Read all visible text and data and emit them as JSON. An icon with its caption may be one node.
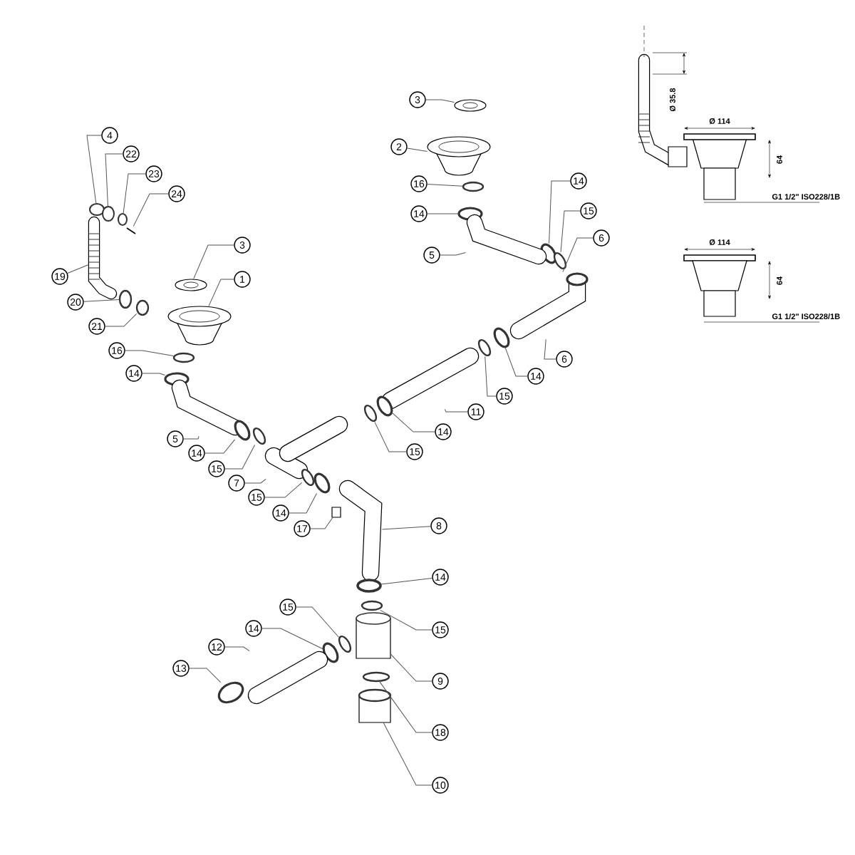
{
  "diagram": {
    "nodes": [
      {
        "text": [
          "3"
        ]
      },
      {
        "text": [
          "2"
        ]
      },
      {
        "text": [
          "4"
        ]
      },
      {
        "text": [
          "22"
        ]
      },
      {
        "text": [
          "23"
        ]
      },
      {
        "text": [
          "24"
        ]
      },
      {
        "text": [
          "16"
        ]
      },
      {
        "text": [
          "14"
        ]
      },
      {
        "text": [
          "14"
        ]
      },
      {
        "text": [
          "15"
        ]
      },
      {
        "text": [
          "6"
        ]
      },
      {
        "text": [
          "5"
        ]
      },
      {
        "text": [
          "3"
        ]
      },
      {
        "text": [
          "1"
        ]
      },
      {
        "text": [
          "19"
        ]
      },
      {
        "text": [
          "20"
        ]
      },
      {
        "text": [
          "21"
        ]
      },
      {
        "text": [
          "16"
        ]
      },
      {
        "text": [
          "14"
        ]
      },
      {
        "text": [
          "6"
        ]
      },
      {
        "text": [
          "14"
        ]
      },
      {
        "text": [
          "15"
        ]
      },
      {
        "text": [
          "11"
        ]
      },
      {
        "text": [
          "14"
        ]
      },
      {
        "text": [
          "15"
        ]
      },
      {
        "text": [
          "5"
        ]
      },
      {
        "text": [
          "14"
        ]
      },
      {
        "text": [
          "15"
        ]
      },
      {
        "text": [
          "7"
        ]
      },
      {
        "text": [
          "15"
        ]
      },
      {
        "text": [
          "14"
        ]
      },
      {
        "text": [
          "17"
        ]
      },
      {
        "text": [
          "8"
        ]
      },
      {
        "text": [
          "14"
        ]
      },
      {
        "text": [
          "15"
        ]
      },
      {
        "text": [
          "15"
        ]
      },
      {
        "text": [
          "14"
        ]
      },
      {
        "text": [
          "9"
        ]
      },
      {
        "text": [
          "12"
        ]
      },
      {
        "text": [
          "13"
        ]
      },
      {
        "text": [
          "18"
        ]
      },
      {
        "text": [
          "10"
        ]
      },
      {
        "text": [],
        "shape": "strainer"
      },
      {
        "text": [],
        "shape": "basket"
      },
      {
        "text": [],
        "shape": "ring"
      },
      {
        "text": [],
        "shape": "ring"
      },
      {
        "text": [],
        "shape": "ring"
      },
      {
        "text": [],
        "shape": "screw"
      },
      {
        "text": [],
        "shape": "ring"
      },
      {
        "text": [],
        "shape": "ring"
      },
      {
        "text": [],
        "shape": "ring"
      },
      {
        "text": [],
        "shape": "ring"
      },
      {
        "text": [],
        "shape": "pipe"
      },
      {
        "text": [],
        "shape": "pipe"
      },
      {
        "text": [],
        "shape": "strainer"
      },
      {
        "text": [],
        "shape": "basket"
      },
      {
        "text": [],
        "shape": "hose"
      },
      {
        "text": [],
        "shape": "ring"
      },
      {
        "text": [],
        "shape": "ring"
      },
      {
        "text": [],
        "shape": "ring"
      },
      {
        "text": [],
        "shape": "ring"
      },
      {
        "text": [],
        "shape": "ring"
      },
      {
        "text": [],
        "shape": "ring"
      },
      {
        "text": [],
        "shape": "pipe"
      },
      {
        "text": [],
        "shape": "ring"
      },
      {
        "text": [],
        "shape": "ring"
      },
      {
        "text": [],
        "shape": "pipe"
      },
      {
        "text": [],
        "shape": "ring"
      },
      {
        "text": [],
        "shape": "ring"
      },
      {
        "text": [],
        "shape": "pipe"
      },
      {
        "text": [],
        "shape": "ring"
      },
      {
        "text": [],
        "shape": "ring"
      },
      {
        "text": [],
        "shape": "plug"
      },
      {
        "text": [],
        "shape": "pipe"
      },
      {
        "text": [],
        "shape": "ring"
      },
      {
        "text": [],
        "shape": "ring"
      },
      {
        "text": [],
        "shape": "ring"
      },
      {
        "text": [],
        "shape": "ring"
      },
      {
        "text": [],
        "shape": "cylinder"
      },
      {
        "text": [],
        "shape": "pipe"
      },
      {
        "text": [],
        "shape": "ring"
      },
      {
        "text": [],
        "shape": "ring"
      },
      {
        "text": [],
        "shape": "cylinder"
      }
    ],
    "edges": [
      {
        "from": 0,
        "to": 42,
        "arrow": "none"
      },
      {
        "from": 1,
        "to": 43,
        "arrow": "none"
      },
      {
        "from": 2,
        "to": 44,
        "arrow": "none"
      },
      {
        "from": 3,
        "to": 45,
        "arrow": "none"
      },
      {
        "from": 4,
        "to": 46,
        "arrow": "none"
      },
      {
        "from": 5,
        "to": 47,
        "arrow": "none"
      },
      {
        "from": 6,
        "to": 48,
        "arrow": "none"
      },
      {
        "from": 7,
        "to": 49,
        "arrow": "none"
      },
      {
        "from": 8,
        "to": 50,
        "arrow": "none"
      },
      {
        "from": 9,
        "to": 51,
        "arrow": "none"
      },
      {
        "from": 10,
        "to": 52,
        "arrow": "none"
      },
      {
        "from": 11,
        "to": 53,
        "arrow": "none"
      },
      {
        "from": 12,
        "to": 54,
        "arrow": "none"
      },
      {
        "from": 13,
        "to": 55,
        "arrow": "none"
      },
      {
        "from": 14,
        "to": 56,
        "arrow": "none"
      },
      {
        "from": 15,
        "to": 57,
        "arrow": "none"
      },
      {
        "from": 16,
        "to": 58,
        "arrow": "none"
      },
      {
        "from": 17,
        "to": 59,
        "arrow": "none"
      },
      {
        "from": 18,
        "to": 60,
        "arrow": "none"
      },
      {
        "from": 19,
        "to": 52,
        "arrow": "none"
      },
      {
        "from": 20,
        "to": 61,
        "arrow": "none"
      },
      {
        "from": 21,
        "to": 62,
        "arrow": "none"
      },
      {
        "from": 22,
        "to": 63,
        "arrow": "none"
      },
      {
        "from": 23,
        "to": 64,
        "arrow": "none"
      },
      {
        "from": 24,
        "to": 65,
        "arrow": "none"
      },
      {
        "from": 25,
        "to": 66,
        "arrow": "none"
      },
      {
        "from": 26,
        "to": 67,
        "arrow": "none"
      },
      {
        "from": 27,
        "to": 68,
        "arrow": "none"
      },
      {
        "from": 28,
        "to": 69,
        "arrow": "none"
      },
      {
        "from": 29,
        "to": 70,
        "arrow": "none"
      },
      {
        "from": 30,
        "to": 71,
        "arrow": "none"
      },
      {
        "from": 31,
        "to": 72,
        "arrow": "none"
      },
      {
        "from": 32,
        "to": 73,
        "arrow": "none"
      },
      {
        "from": 33,
        "to": 74,
        "arrow": "none"
      },
      {
        "from": 34,
        "to": 75,
        "arrow": "none"
      },
      {
        "from": 35,
        "to": 76,
        "arrow": "none"
      },
      {
        "from": 36,
        "to": 77,
        "arrow": "none"
      },
      {
        "from": 37,
        "to": 78,
        "arrow": "none"
      },
      {
        "from": 38,
        "to": 79,
        "arrow": "none"
      },
      {
        "from": 39,
        "to": 80,
        "arrow": "none"
      },
      {
        "from": 40,
        "to": 81,
        "arrow": "none"
      },
      {
        "from": 41,
        "to": 82,
        "arrow": "none"
      }
    ],
    "labels": [
      "Ø 35.8",
      "Ø 114",
      "64",
      "G1 1/2\" ISO228/1B",
      "Ø 114",
      "64",
      "G1 1/2\" ISO228/1B"
    ]
  }
}
